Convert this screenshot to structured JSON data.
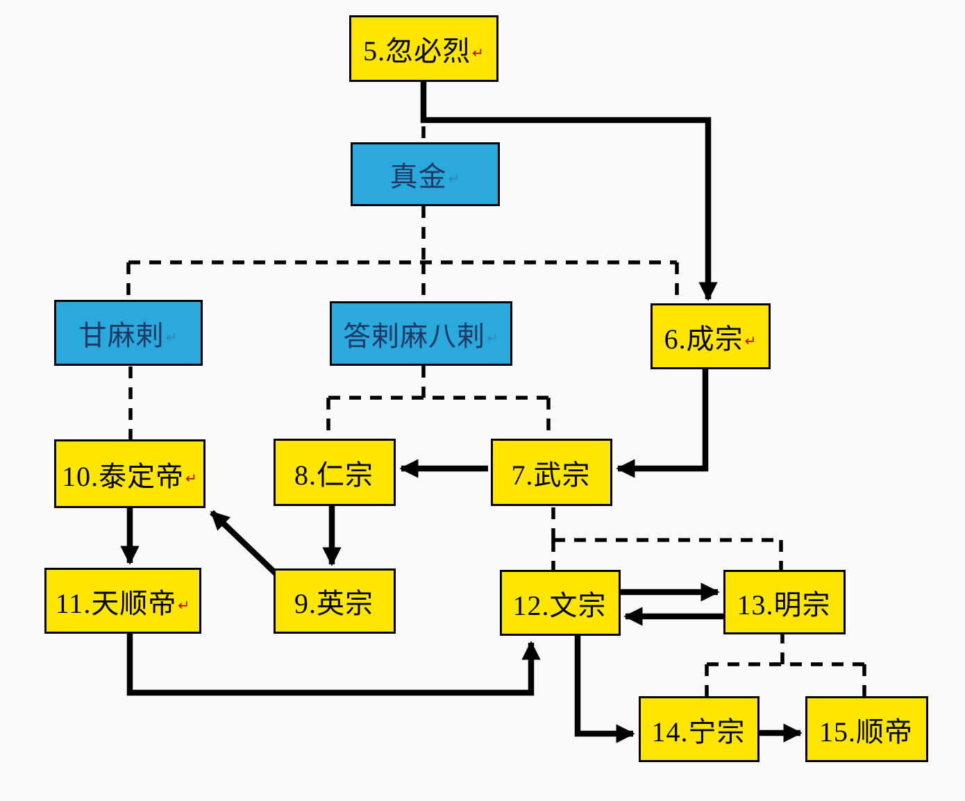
{
  "diagram": {
    "description": "Yuan dynasty emperor succession chart",
    "background_color": "#FAFAFA",
    "colors": {
      "emperor_box_fill": "#FFE600",
      "ancestor_box_fill": "#29A9DC",
      "box_border": "#000000",
      "line_color": "#000000",
      "emperor_text": "#000000",
      "ancestor_text": "#1F3864",
      "paragraph_mark_red": "#C00000"
    },
    "legend_implicit": {
      "yellow_box": "reigning emperor (numbered)",
      "blue_box": "non-reigning ancestor",
      "solid_arrow": "order of succession",
      "dashed_line": "parent-child lineage"
    },
    "edges": {
      "succession_solid": [
        {
          "from": "5.忽必烈",
          "to": "6.成宗"
        },
        {
          "from": "6.成宗",
          "to": "7.武宗"
        },
        {
          "from": "7.武宗",
          "to": "8.仁宗"
        },
        {
          "from": "8.仁宗",
          "to": "9.英宗"
        },
        {
          "from": "9.英宗",
          "to": "10.泰定帝"
        },
        {
          "from": "10.泰定帝",
          "to": "11.天顺帝"
        },
        {
          "from": "11.天顺帝",
          "to": "12.文宗"
        },
        {
          "from": "12.文宗",
          "to": "13.明宗"
        },
        {
          "from": "13.明宗",
          "to": "12.文宗"
        },
        {
          "from": "12.文宗",
          "to": "14.宁宗"
        },
        {
          "from": "14.宁宗",
          "to": "15.顺帝"
        }
      ],
      "lineage_dashed": [
        {
          "parent": "5.忽必烈",
          "child": "真金"
        },
        {
          "parent": "真金",
          "child": "甘麻剌"
        },
        {
          "parent": "真金",
          "child": "答剌麻八剌"
        },
        {
          "parent": "真金",
          "child": "6.成宗"
        },
        {
          "parent": "甘麻剌",
          "child": "10.泰定帝"
        },
        {
          "parent": "答剌麻八剌",
          "child": "8.仁宗"
        },
        {
          "parent": "答剌麻八剌",
          "child": "7.武宗"
        },
        {
          "parent": "7.武宗",
          "child": "12.文宗"
        },
        {
          "parent": "7.武宗",
          "child": "13.明宗"
        },
        {
          "parent": "13.明宗",
          "child": "14.宁宗"
        },
        {
          "parent": "13.明宗",
          "child": "15.顺帝"
        }
      ]
    }
  },
  "nodes": [
    {
      "id": "kublai",
      "label": "5.忽必烈",
      "marker": "↵",
      "type": "emperor"
    },
    {
      "id": "zhenjin",
      "label": "真金",
      "marker": "↵",
      "type": "ancestor"
    },
    {
      "id": "gammala",
      "label": "甘麻剌",
      "marker": "↵",
      "type": "ancestor"
    },
    {
      "id": "darmabala",
      "label": "答剌麻八剌",
      "marker": "↵",
      "type": "ancestor"
    },
    {
      "id": "chengzong",
      "label": "6.成宗",
      "marker": "↵",
      "type": "emperor"
    },
    {
      "id": "taidingdi",
      "label": "10.泰定帝",
      "marker": "↵",
      "type": "emperor"
    },
    {
      "id": "renzong",
      "label": "8.仁宗",
      "marker": "",
      "type": "emperor"
    },
    {
      "id": "wuzong",
      "label": "7.武宗",
      "marker": "",
      "type": "emperor"
    },
    {
      "id": "tianshundi",
      "label": "11.天顺帝",
      "marker": "↵",
      "type": "emperor"
    },
    {
      "id": "yingzong",
      "label": "9.英宗",
      "marker": "",
      "type": "emperor"
    },
    {
      "id": "wenzong",
      "label": "12.文宗",
      "marker": "",
      "type": "emperor"
    },
    {
      "id": "mingzong",
      "label": "13.明宗",
      "marker": "",
      "type": "emperor"
    },
    {
      "id": "ningzong",
      "label": "14.宁宗",
      "marker": "",
      "type": "emperor"
    },
    {
      "id": "shundi",
      "label": "15.顺帝",
      "marker": "",
      "type": "emperor"
    }
  ]
}
